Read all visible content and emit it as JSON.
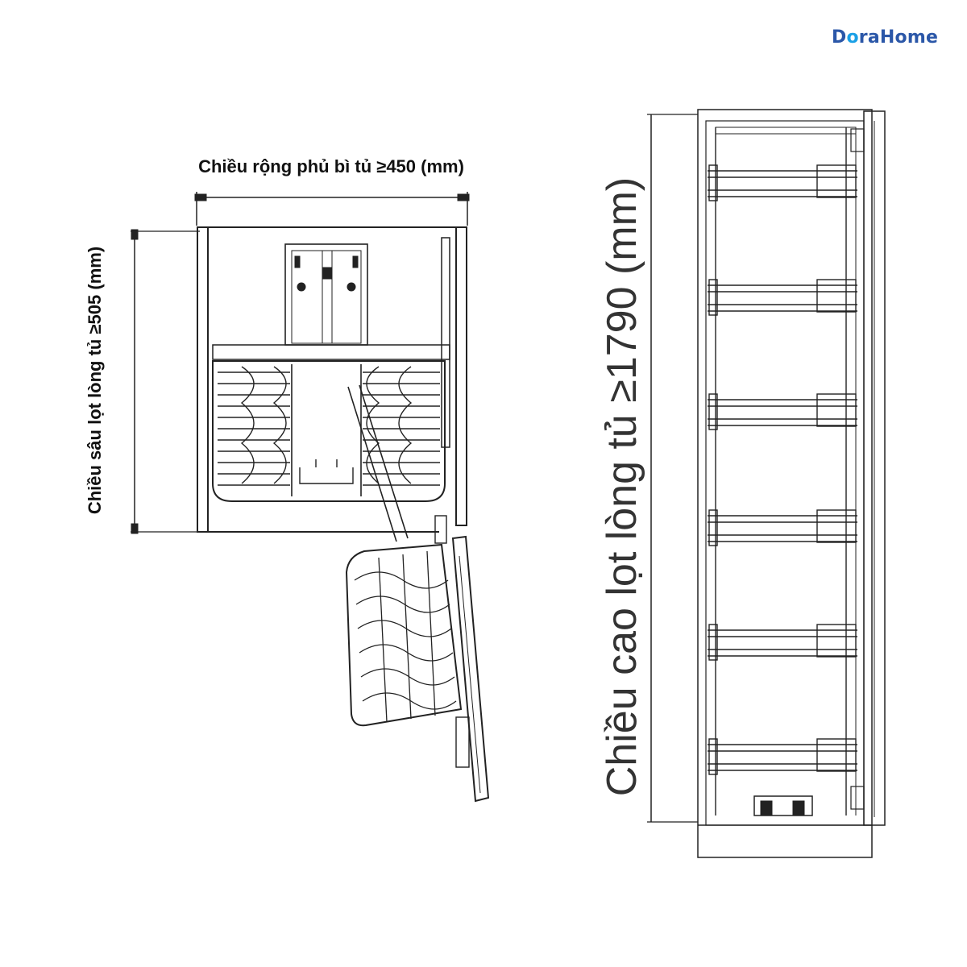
{
  "brand": {
    "name_part1": "D",
    "name_dot": "o",
    "name_part2": "raHome"
  },
  "labels": {
    "width": "Chiều rộng phủ bì tủ ≥450 (mm)",
    "depth": "Chiều sâu lọt lòng tủ ≥505 (mm)",
    "height": "Chiều cao lọt lòng tủ ≥1790 (mm)"
  },
  "tall_unit": {
    "basket_count": 6
  }
}
